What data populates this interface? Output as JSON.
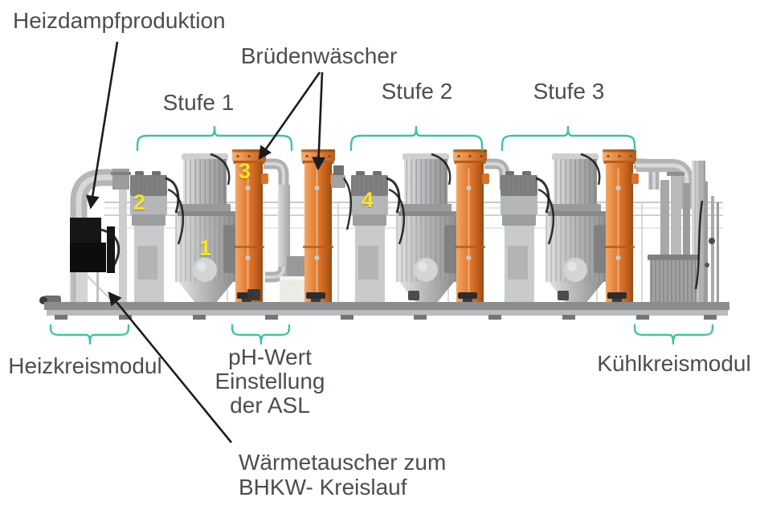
{
  "colors": {
    "teal": "#43bfa6",
    "label": "#4b4d4f",
    "arrow": "#1c1c1e",
    "yellow": "#fbe42a",
    "orange": "#d96f26"
  },
  "diagram": {
    "callouts": {
      "heizdampfproduktion": "Heizdampfproduktion",
      "bruedenwaescher": "Brüdenwäscher",
      "heizkreismodul": "Heizkreismodul",
      "kuehlkreismodul": "Kühlkreismodul",
      "ph": {
        "line1": "pH-Wert",
        "line2": "Einstellung",
        "line3": "der ASL"
      },
      "waermetauscher": {
        "line1": "Wärmetauscher zum",
        "line2": "BHKW- Kreislauf"
      }
    },
    "stages": {
      "stufe1": "Stufe 1",
      "stufe2": "Stufe 2",
      "stufe3": "Stufe 3"
    },
    "markers": {
      "n1": "1",
      "n2": "2",
      "n3": "3",
      "n4": "4"
    }
  }
}
